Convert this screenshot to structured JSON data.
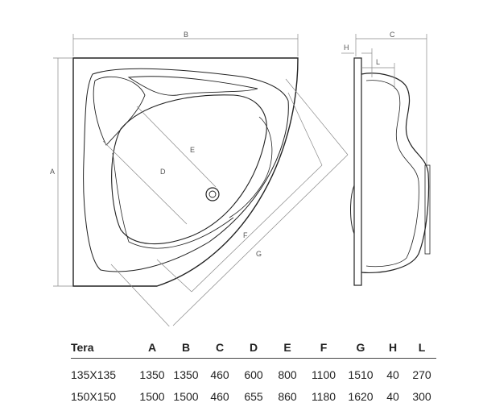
{
  "dimension_labels": {
    "A": "A",
    "B": "B",
    "C": "C",
    "D": "D",
    "E": "E",
    "F": "F",
    "G": "G",
    "H": "H",
    "L": "L"
  },
  "table": {
    "headers": [
      "Tera",
      "A",
      "B",
      "C",
      "D",
      "E",
      "F",
      "G",
      "H",
      "L"
    ],
    "rows": [
      [
        "135X135",
        "1350",
        "1350",
        "460",
        "600",
        "800",
        "1100",
        "1510",
        "40",
        "270"
      ],
      [
        "150X150",
        "1500",
        "1500",
        "460",
        "655",
        "860",
        "1180",
        "1620",
        "40",
        "300"
      ]
    ]
  }
}
